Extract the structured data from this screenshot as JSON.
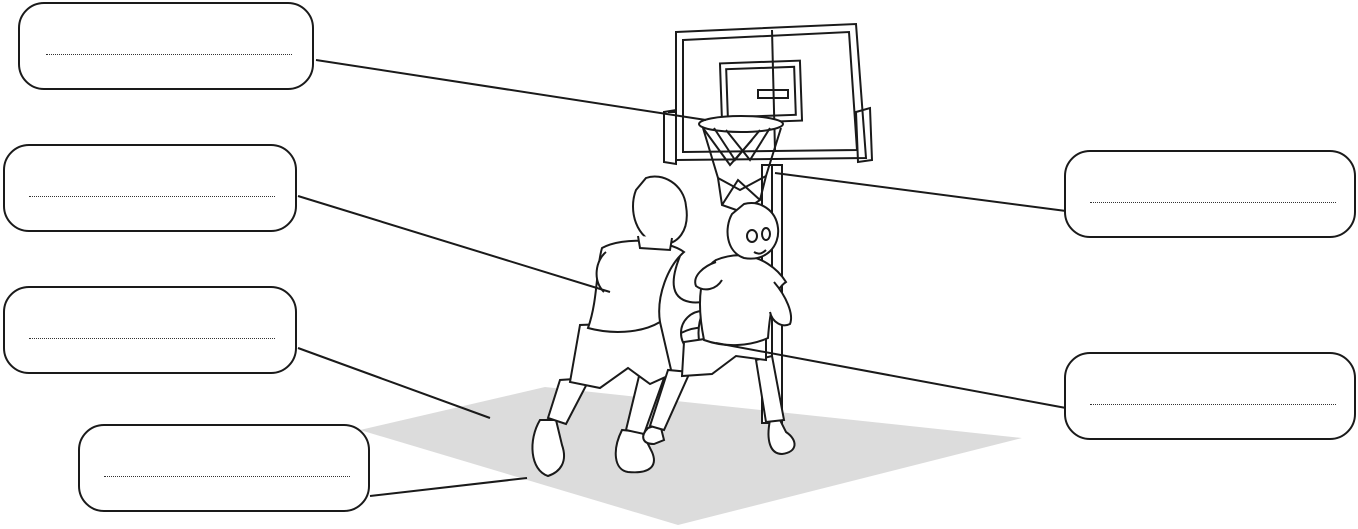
{
  "worksheet": {
    "labels": [
      {
        "id": "hoop",
        "answer": ""
      },
      {
        "id": "pole",
        "answer": ""
      },
      {
        "id": "shirt",
        "answer": ""
      },
      {
        "id": "ball",
        "answer": ""
      },
      {
        "id": "court",
        "answer": ""
      },
      {
        "id": "shoe",
        "answer": ""
      }
    ]
  },
  "colors": {
    "ink": "#1a1a1a",
    "court_floor": "#dcdcdc",
    "box_fill": "#ffffff"
  }
}
